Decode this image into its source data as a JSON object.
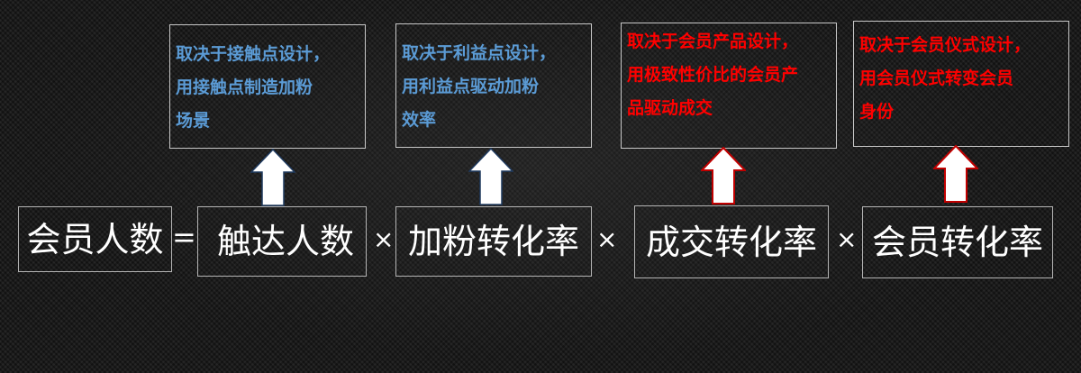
{
  "formula": {
    "result": "会员人数",
    "equals": "=",
    "times": "×",
    "terms": [
      {
        "label": "触达人数"
      },
      {
        "label": "加粉转化率"
      },
      {
        "label": "成交转化率"
      },
      {
        "label": "会员转化率"
      }
    ]
  },
  "notes": [
    {
      "lines": [
        "取决于接触点设计，",
        "用接触点制造加粉",
        "场景"
      ],
      "color": "#5b9bd5"
    },
    {
      "lines": [
        "取决于利益点设计，",
        "用利益点驱动加粉",
        "效率"
      ],
      "color": "#5b9bd5"
    },
    {
      "lines": [
        "取决于会员产品设计，",
        "用极致性价比的会员产",
        "品驱动成交"
      ],
      "color": "#ff0000"
    },
    {
      "lines": [
        "取决于会员仪式设计，",
        "用会员仪式转变会员",
        "身份"
      ],
      "color": "#ff0000"
    }
  ],
  "arrows": [
    {
      "icon": "up-arrow-icon",
      "fill": "#ffffff",
      "outline": "#1f3a5f"
    },
    {
      "icon": "up-arrow-icon",
      "fill": "#ffffff",
      "outline": "#1f3a5f"
    },
    {
      "icon": "up-arrow-icon",
      "fill": "#ffffff",
      "outline": "#c00000"
    },
    {
      "icon": "up-arrow-icon",
      "fill": "#ffffff",
      "outline": "#c00000"
    }
  ]
}
